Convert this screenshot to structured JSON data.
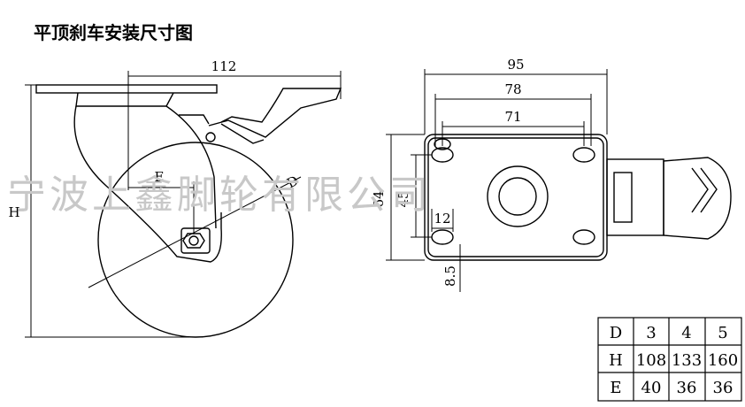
{
  "title": "平顶刹车安装尺寸图",
  "watermark": "宁波上鑫脚轮有限公司",
  "side_view": {
    "dim_width": "112",
    "dim_height": "H",
    "dim_offset": "E",
    "dim_diameter": "D"
  },
  "top_view": {
    "dim_overall": "95",
    "dim_outer_holes": "78",
    "dim_inner_holes": "71",
    "dim_plate_height": "64",
    "dim_hole_spacing": "45",
    "dim_slot": "12",
    "dim_edge": "8.5"
  },
  "spec_table": {
    "rows": [
      {
        "label": "D",
        "values": [
          "3",
          "4",
          "5"
        ]
      },
      {
        "label": "H",
        "values": [
          "108",
          "133",
          "160"
        ]
      },
      {
        "label": "E",
        "values": [
          "40",
          "36",
          "36"
        ]
      }
    ]
  },
  "colors": {
    "line": "#000000",
    "watermark": "#c8c8c8",
    "background": "#ffffff"
  }
}
